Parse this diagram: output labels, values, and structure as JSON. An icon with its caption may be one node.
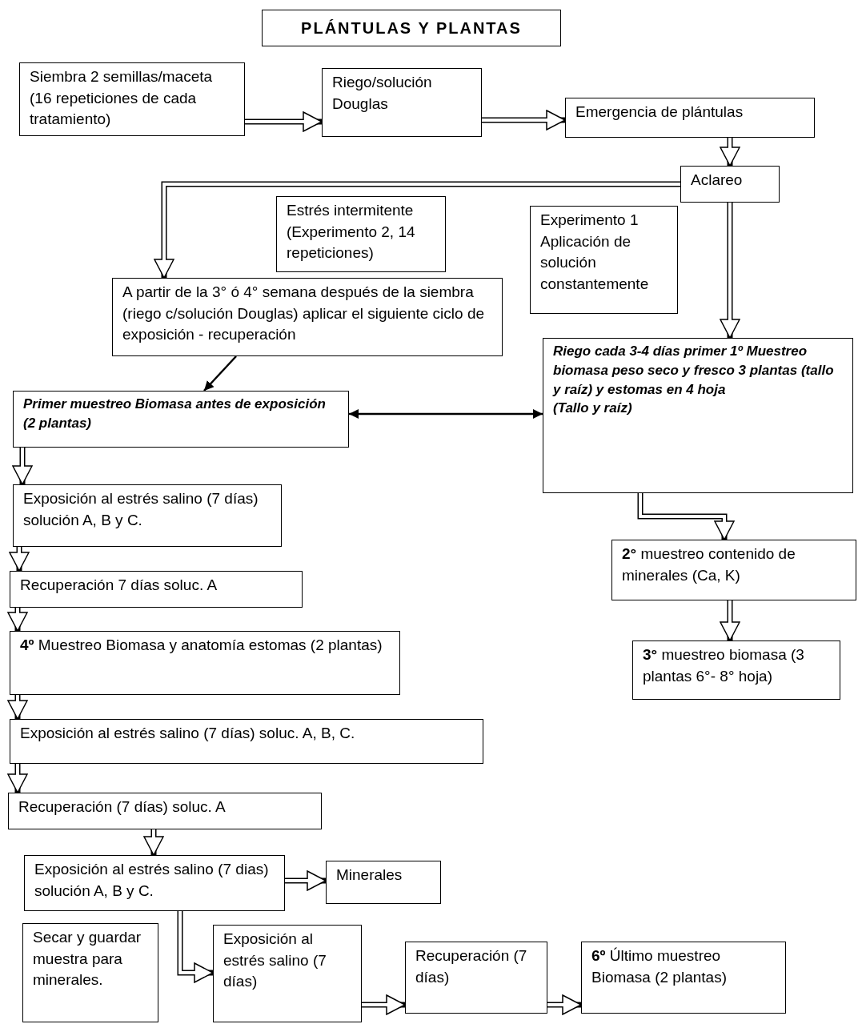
{
  "diagram": {
    "nodes": [
      {
        "text": [
          "Siembra 2 semillas/maceta (16 repeticiones de cada tratamiento)"
        ]
      },
      {
        "text": [
          "Riego/solución Douglas"
        ]
      },
      {
        "text": [
          "Emergencia de plántulas"
        ]
      },
      {
        "text": [
          "Aclareo"
        ]
      },
      {
        "text": [
          "Estrés intermitente (Experimento 2, 14 repeticiones)"
        ]
      },
      {
        "text": [
          "Experimento 1 Aplicación de solución constantemente"
        ]
      },
      {
        "text": [
          "A partir de la 3° ó 4° semana después de la siembra (riego c/solución Douglas) aplicar el siguiente ciclo de exposición - recuperación"
        ]
      },
      {
        "text": [
          "Riego cada 3-4 días primer 1º Muestreo biomasa peso seco y fresco 3 plantas (tallo y raíz) y estomas en 4 hoja",
          "(Tallo y raíz)"
        ]
      },
      {
        "text": [
          "Primer muestreo Biomasa antes de exposición (2 plantas)"
        ]
      },
      {
        "text": [
          "Exposición al estrés salino (7 días) solución A, B y C."
        ]
      },
      {
        "text": [
          "Recuperación 7 días soluc. A"
        ]
      },
      {
        "text": [
          "**4º** Muestreo Biomasa y anatomía estomas (2 plantas)"
        ]
      },
      {
        "text": [
          "**2°** muestreo contenido de minerales (Ca, K)"
        ]
      },
      {
        "text": [
          "**3°** muestreo biomasa (3 plantas 6°- 8° hoja)"
        ]
      },
      {
        "text": [
          "Exposición al estrés salino (7 días) soluc. A, B, C."
        ]
      },
      {
        "text": [
          "Recuperación (7 días) soluc. A"
        ]
      },
      {
        "text": [
          "Exposición al estrés salino (7 dias) solución A, B y C."
        ]
      },
      {
        "text": [
          "Minerales"
        ]
      },
      {
        "text": [
          "Secar y guardar muestra para minerales."
        ]
      },
      {
        "text": [
          "Exposición al estrés salino (7 días)"
        ]
      },
      {
        "text": [
          "Recuperación (7 días)"
        ]
      },
      {
        "text": [
          "**6º** Último muestreo Biomasa (2 plantas)"
        ]
      },
      {
        "text": [
          "PLÁNTULAS Y PLANTAS"
        ]
      }
    ],
    "edges": [
      {
        "from": 0,
        "to": 1,
        "arrow": "to"
      },
      {
        "from": 1,
        "to": 2,
        "arrow": "to"
      },
      {
        "from": 2,
        "to": 3,
        "arrow": "to"
      },
      {
        "from": 3,
        "to": 6,
        "arrow": "to"
      },
      {
        "from": 3,
        "to": 7,
        "arrow": "to"
      },
      {
        "from": 6,
        "to": 8,
        "arrow": "to"
      },
      {
        "from": 8,
        "to": 7,
        "arrow": "both"
      },
      {
        "from": 8,
        "to": 9,
        "arrow": "to"
      },
      {
        "from": 9,
        "to": 10,
        "arrow": "to"
      },
      {
        "from": 10,
        "to": 11,
        "arrow": "to"
      },
      {
        "from": 11,
        "to": 14,
        "arrow": "to"
      },
      {
        "from": 14,
        "to": 15,
        "arrow": "to"
      },
      {
        "from": 15,
        "to": 16,
        "arrow": "to"
      },
      {
        "from": 16,
        "to": 17,
        "arrow": "to"
      },
      {
        "from": 16,
        "to": 19,
        "arrow": "to"
      },
      {
        "from": 19,
        "to": 20,
        "arrow": "to"
      },
      {
        "from": 20,
        "to": 21,
        "arrow": "to"
      },
      {
        "from": 7,
        "to": 12,
        "arrow": "to"
      },
      {
        "from": 12,
        "to": 13,
        "arrow": "to"
      }
    ]
  }
}
